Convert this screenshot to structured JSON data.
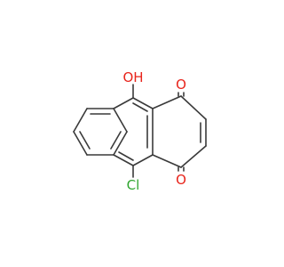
{
  "molecule": {
    "atoms": [
      {
        "symbol": "OH",
        "color": "#e8241b"
      },
      {
        "symbol": "O",
        "color": "#e8241b"
      },
      {
        "symbol": "O",
        "color": "#e8241b"
      },
      {
        "symbol": "Cl",
        "color": "#2fa52f"
      }
    ],
    "bond_color": "#3a3a3a",
    "background": "#ffffff"
  }
}
